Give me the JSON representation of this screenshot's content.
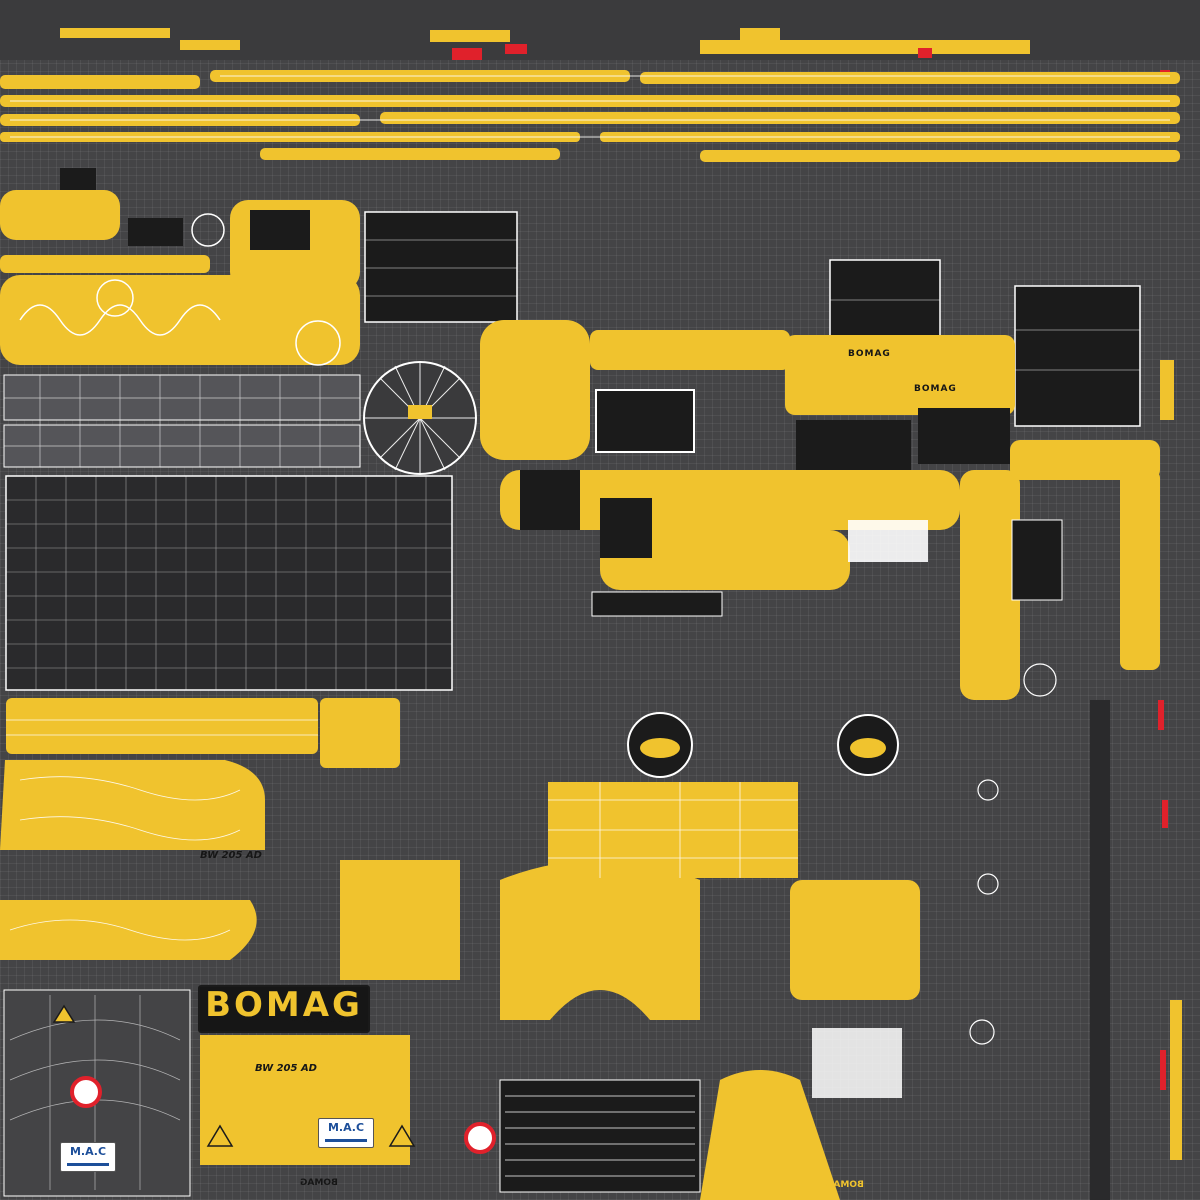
{
  "brand": {
    "logo_text": "BOMAG",
    "subtitle": "FAYAT GROUP",
    "decal_small": "BOMAG",
    "model_decal": "BW 205 AD",
    "model_decal_alt": "BW 205 AD",
    "dealer_badge": "M.A.C",
    "mirrored_logo": "BOMAG"
  },
  "colors": {
    "body_yellow": "#f0c32e",
    "panel_black": "#1b1b1b",
    "frame_gray": "#444446",
    "accent_red": "#e0212b",
    "line_white": "#ffffff"
  }
}
